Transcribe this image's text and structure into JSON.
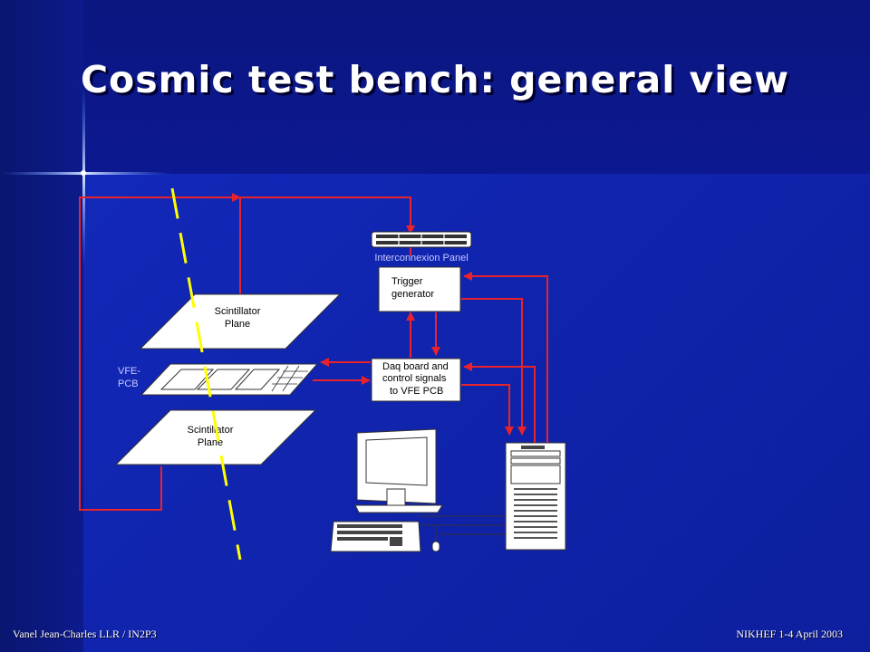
{
  "slide": {
    "title": "Cosmic test bench: general view",
    "footer_left": "Vanel Jean-Charles LLR / IN2P3",
    "footer_right": "NIKHEF 1-4 April 2003"
  },
  "diagram": {
    "interconnection_panel": "Interconnexion Panel",
    "trigger_line1": "Trigger",
    "trigger_line2": "generator",
    "daq_line1": "Daq board and",
    "daq_line2": "control signals",
    "daq_line3": "to VFE PCB",
    "scint_top_line1": "Scintillator",
    "scint_top_line2": "Plane",
    "scint_bottom_line1": "Scintillator",
    "scint_bottom_line2": "Plane",
    "vfe_line1": "VFE-",
    "vfe_line2": "PCB"
  },
  "colors": {
    "wire": "#e8232b",
    "cosmic_track": "#ffff00",
    "background": "#0d1a9c"
  }
}
